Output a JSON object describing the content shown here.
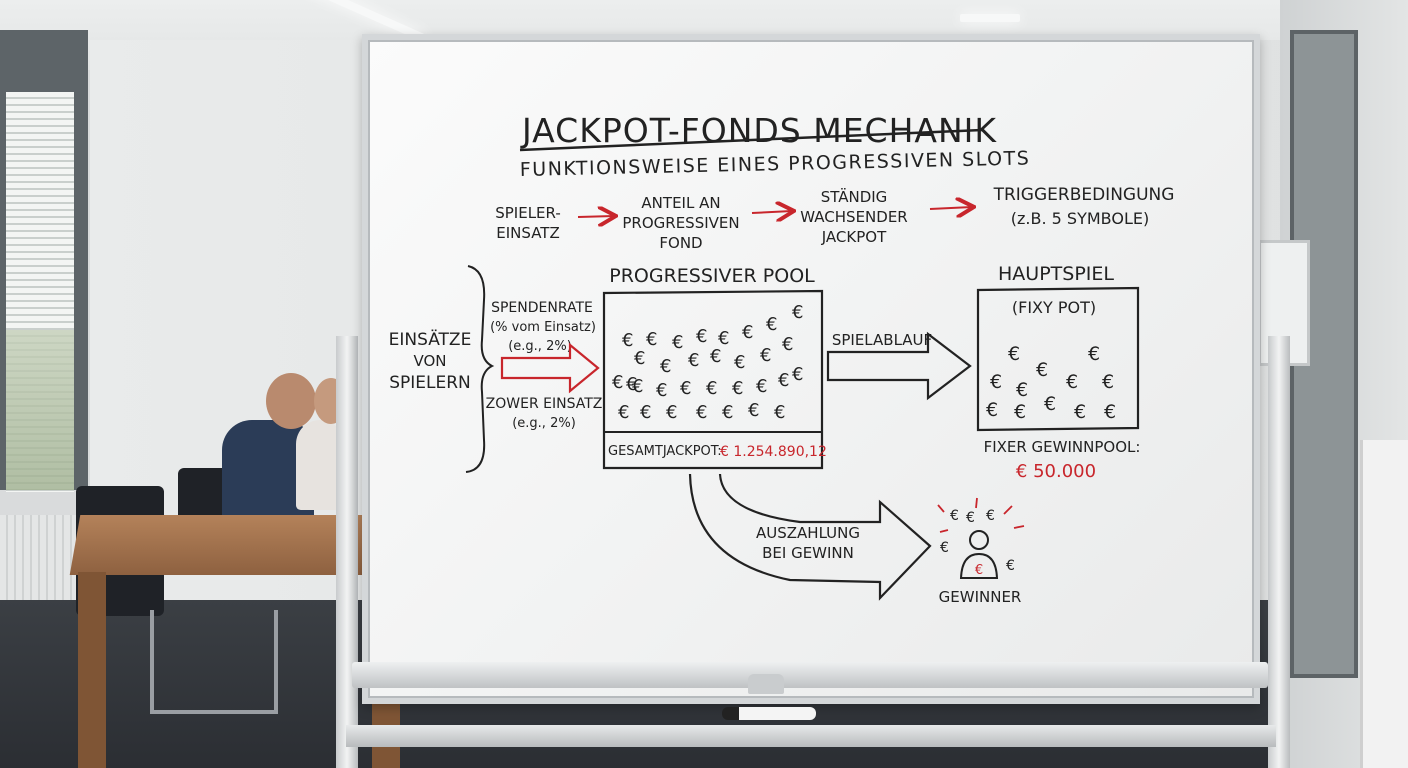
{
  "board": {
    "title": "JACKPOT-FONDS MECHANIK",
    "subtitle": "FUNKTIONSWEISE EINES PROGRESSIVEN SLOTS",
    "flow": [
      {
        "line1": "SPIELER-",
        "line2": "EINSATZ",
        "line3": ""
      },
      {
        "line1": "ANTEIL AN",
        "line2": "PROGRESSIVEN",
        "line3": "FOND"
      },
      {
        "line1": "STÄNDIG",
        "line2": "WACHSENDER",
        "line3": "JACKPOT"
      },
      {
        "line1": "TRIGGERBEDINGUNG",
        "line2": "(z.B. 5 SYMBOLE)",
        "line3": ""
      }
    ],
    "inputs": {
      "line1": "EINSÄTZE",
      "line2": "VON",
      "line3": "SPIELERN"
    },
    "rate1": {
      "line1": "SPENDENRATE",
      "line2": "(% vom Einsatz)",
      "line3": "(e.g., 2%)"
    },
    "rate2": {
      "line1": "ZOWER EINSATZ",
      "line2": "(e.g., 2%)"
    },
    "pool": {
      "title": "PROGRESSIVER POOL",
      "total_label": "GESAMTJACKPOT:",
      "total_value": "€ 1.254.890,12",
      "symbol": "€"
    },
    "flow_label": "SPIELABLAUF",
    "main": {
      "title": "HAUPTSPIEL",
      "box_label": "(FIXY POT)",
      "fixed_label": "FIXER GEWINNPOOL:",
      "fixed_value": "€ 50.000"
    },
    "payout": {
      "line1": "AUSZAHLUNG",
      "line2": "BEI GEWINN"
    },
    "winner_label": "GEWINNER"
  },
  "colors": {
    "ink": "#222222",
    "accent_red": "#c8262c",
    "board": "#f3f4f4"
  }
}
